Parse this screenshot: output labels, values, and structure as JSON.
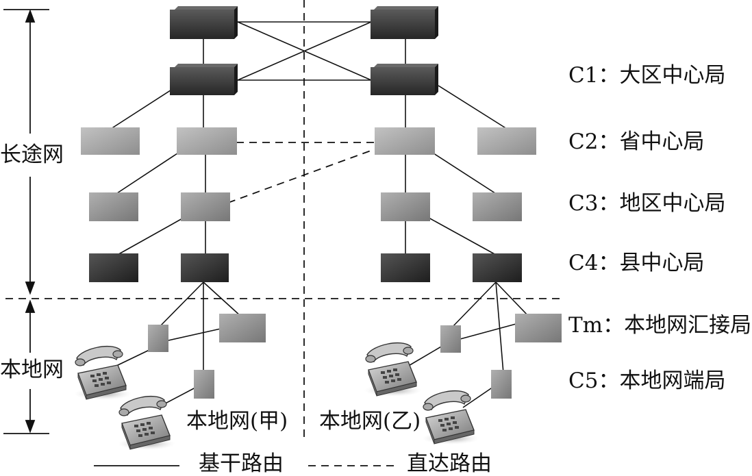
{
  "diagram": {
    "sections": {
      "long_distance": "长途网",
      "local": "本地网"
    },
    "levels": [
      {
        "code": "C1",
        "name": "大区中心局"
      },
      {
        "code": "C2",
        "name": "省中心局"
      },
      {
        "code": "C3",
        "name": "地区中心局"
      },
      {
        "code": "C4",
        "name": "县中心局"
      },
      {
        "code": "Tm",
        "name": "本地网汇接局"
      },
      {
        "code": "C5",
        "name": "本地网端局"
      }
    ],
    "separator": "：",
    "local_networks": {
      "a": "本地网(甲)",
      "b": "本地网(乙)"
    },
    "legend": {
      "solid": "基干路由",
      "dashed": "直达路由"
    },
    "colors": {
      "c1_switch": "#333333",
      "c2_switch": "#9c9c9c",
      "c3_switch": "#8a8a8a",
      "c4_switch": "#303030",
      "local_switch": "#888888",
      "phone": "#8a8a8a"
    }
  }
}
